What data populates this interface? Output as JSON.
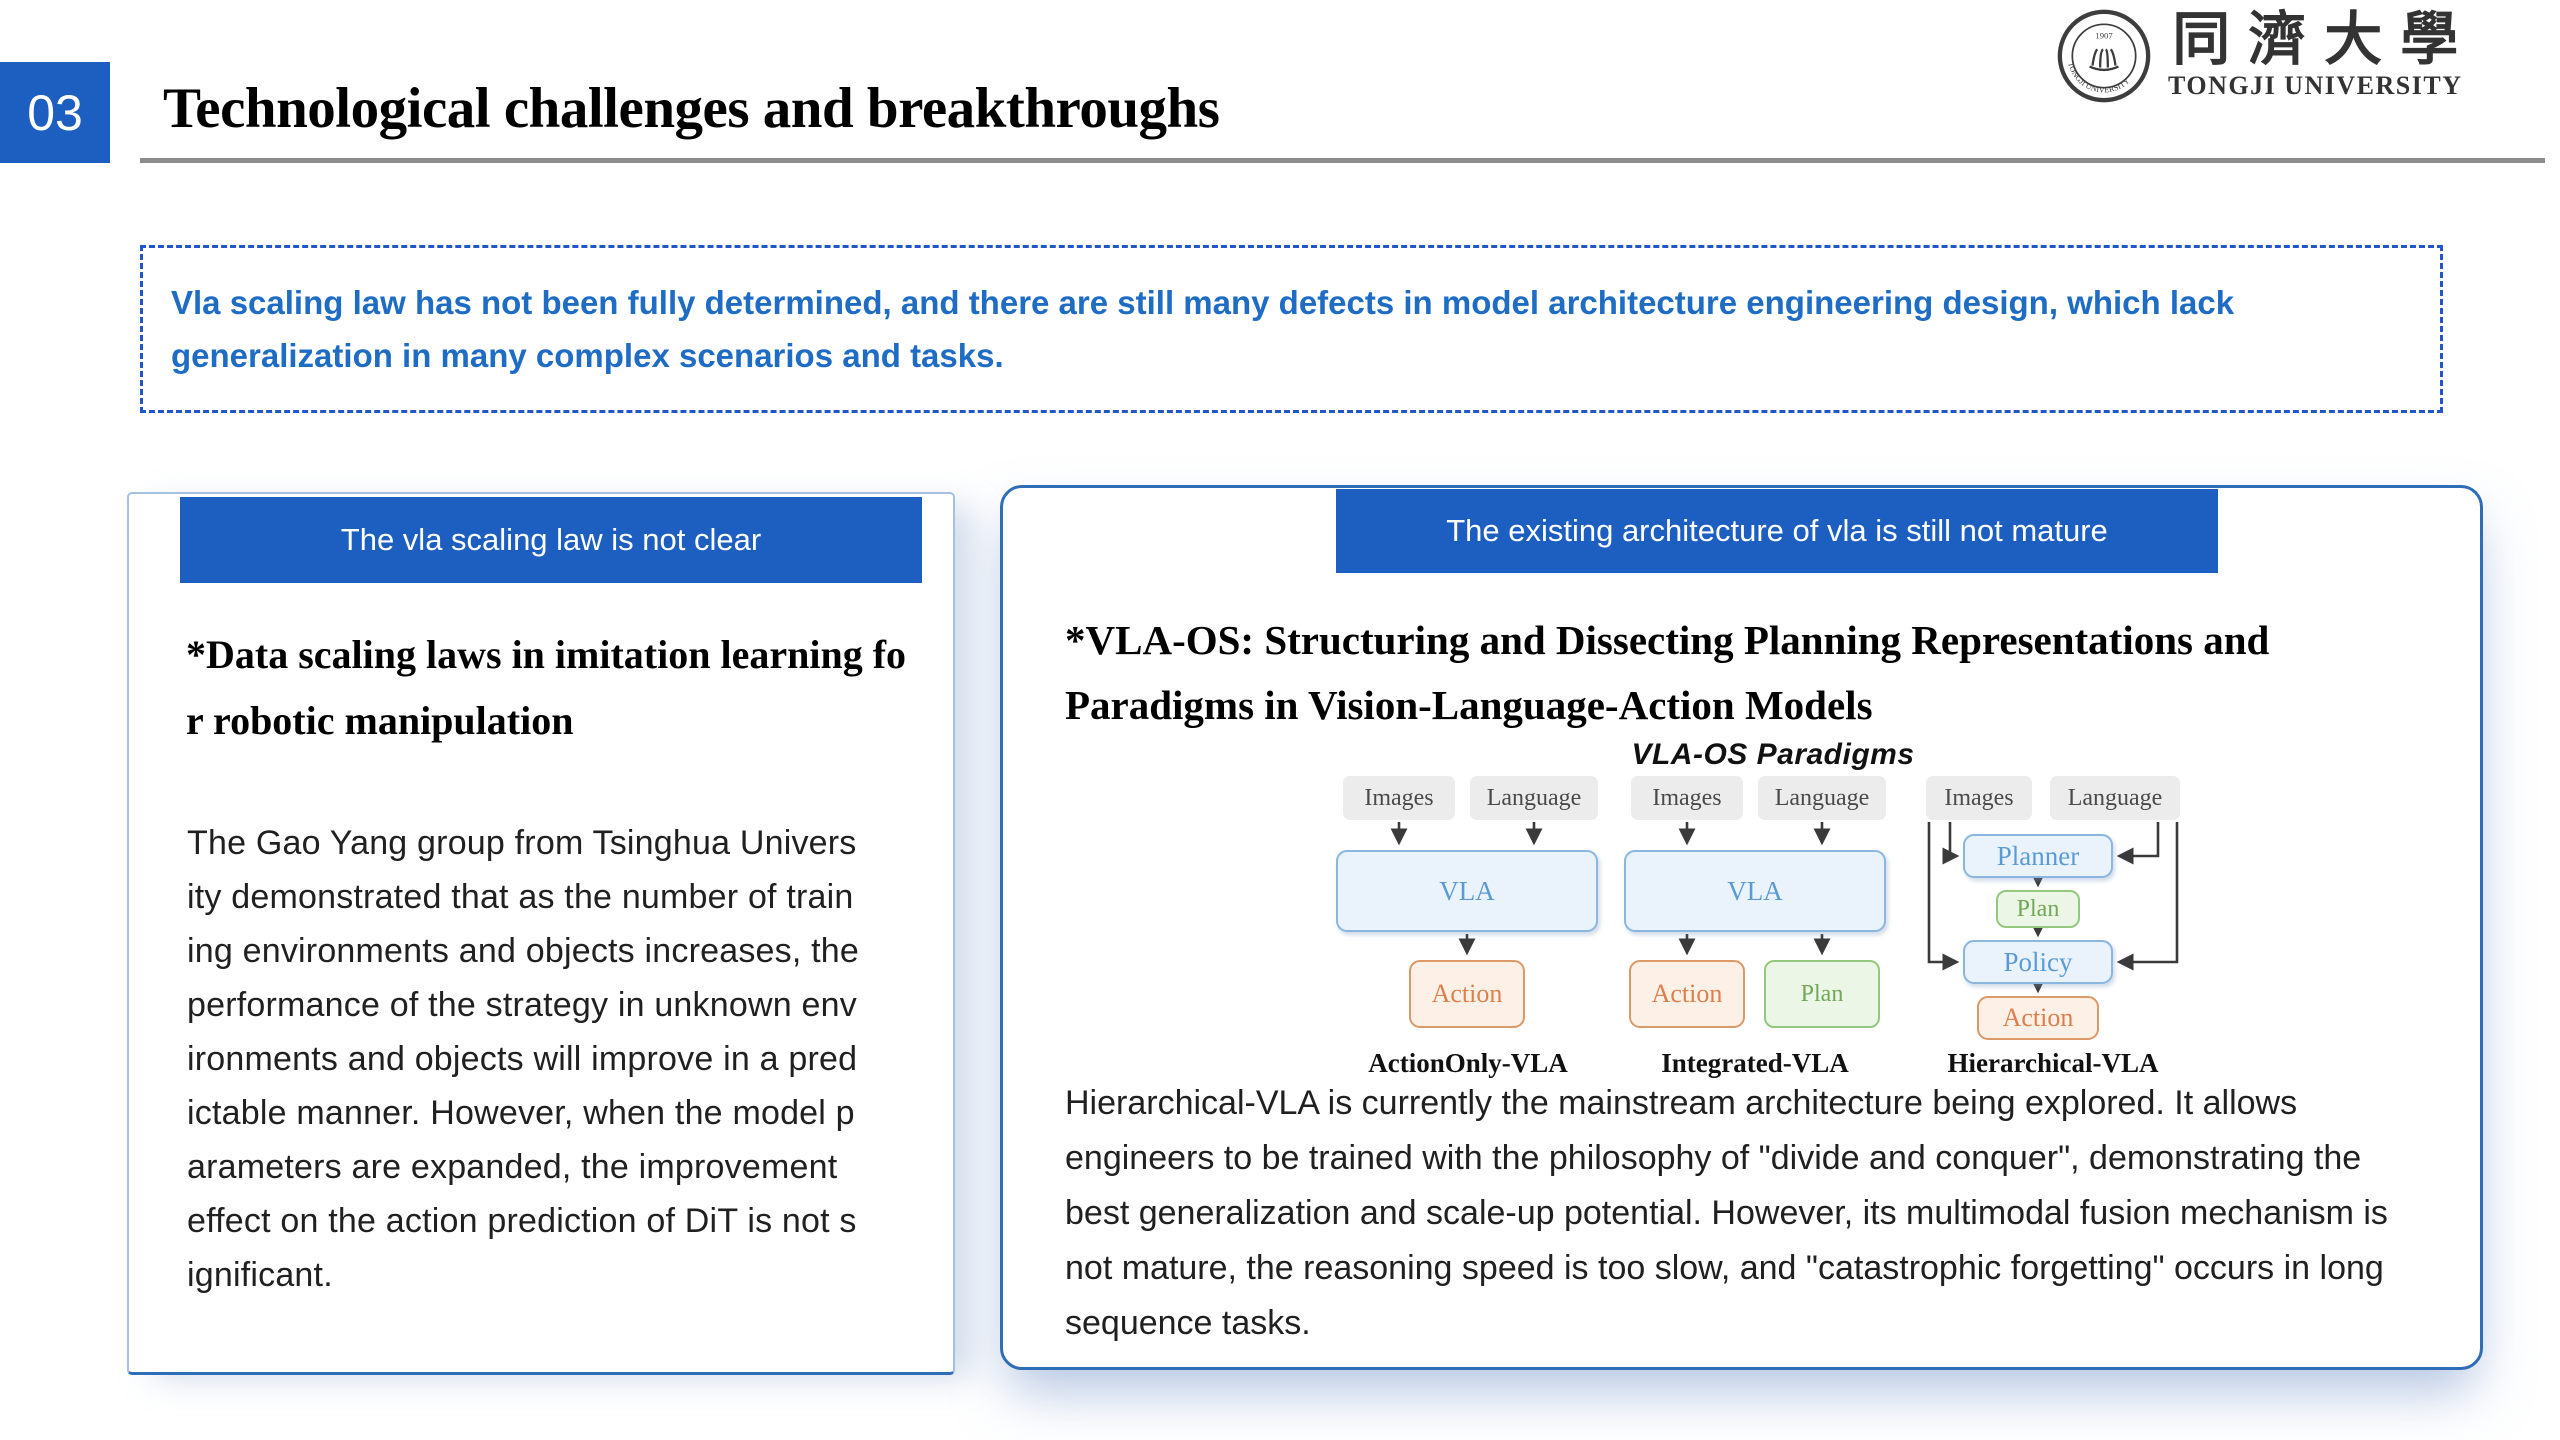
{
  "header": {
    "section_number": "03",
    "title": "Technological challenges and breakthroughs",
    "logo": {
      "seal_year": "1907",
      "seal_ring_text": "TONGJI UNIVERSITY",
      "cn_name": "同濟大學",
      "en_name": "TONGJI UNIVERSITY"
    }
  },
  "colors": {
    "accent": "#1d5fc0",
    "dash": "#2156c8",
    "bluetext": "#1e6cc4",
    "body": "#202020"
  },
  "intro_box": {
    "text": "Vla scaling law has not been fully determined, and there are still many defects in model architecture engineering design, which lack generalization in many complex scenarios and tasks."
  },
  "left_panel": {
    "banner": "The vla scaling law is not clear",
    "heading": "*Data scaling laws in imitation learning for robotic manipulation",
    "body": "The Gao Yang group from Tsinghua University demonstrated that as the number of training environments and objects increases, the performance of the strategy in unknown environments and objects will improve in a predictable manner. However, when the model parameters are expanded,  the improvement effect on the action prediction of DiT is not significant."
  },
  "right_panel": {
    "banner": "The existing architecture of vla is still not mature",
    "heading": "*VLA-OS: Structuring and Dissecting Planning Representations and Paradigms in Vision-Language-Action Models",
    "diagram": {
      "title": "VLA-OS Paradigms",
      "nodes": {
        "c1_images": "Images",
        "c1_language": "Language",
        "c1_vla": "VLA",
        "c1_action": "Action",
        "c1_label": "ActionOnly-VLA",
        "c2_images": "Images",
        "c2_language": "Language",
        "c2_vla": "VLA",
        "c2_action": "Action",
        "c2_plan": "Plan",
        "c2_label": "Integrated-VLA",
        "c3_images": "Images",
        "c3_language": "Language",
        "c3_planner": "Planner",
        "c3_plan": "Plan",
        "c3_policy": "Policy",
        "c3_action": "Action",
        "c3_label": "Hierarchical-VLA"
      }
    },
    "body": "Hierarchical-VLA is currently the mainstream architecture being explored. It allows engineers to be trained with the philosophy of \"divide and conquer\", demonstrating the best generalization and scale-up potential. However, its multimodal fusion mechanism is not mature, the reasoning speed is too slow, and \"catastrophic forgetting\" occurs in long sequence tasks."
  }
}
